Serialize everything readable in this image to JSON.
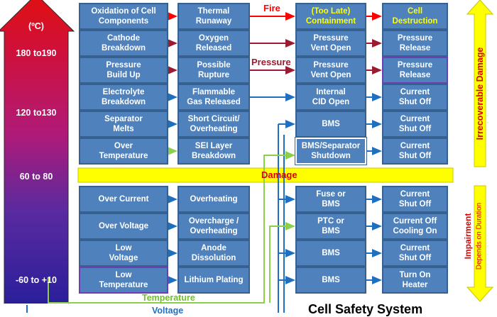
{
  "thermometer": {
    "unit": "(ºC)",
    "labels": [
      "180 to190",
      "120 to130",
      "60 to 80",
      "-60 to +10"
    ]
  },
  "rows_upper": [
    [
      "Oxidation of Cell\nComponents",
      "Thermal\nRunaway",
      "(Too Late)\nContainment",
      "Cell\nDestruction"
    ],
    [
      "Cathode\nBreakdown",
      "Oxygen\nReleased",
      "Pressure\nVent Open",
      "Pressure\nRelease"
    ],
    [
      "Pressure\nBuild Up",
      "Possible\nRupture",
      "Pressure\nVent Open",
      "Pressure\nRelease"
    ],
    [
      "Electrolyte\nBreakdown",
      "Flammable\nGas Released",
      "Internal\nCID Open",
      "Current\nShut Off"
    ],
    [
      "Separator\nMelts",
      "Short Circuit/\nOverheating",
      "BMS",
      "Current\nShut Off"
    ],
    [
      "Over\nTemperature",
      "SEI  Layer\nBreakdown",
      "BMS/Separator\nShutdown",
      "Current\nShut Off"
    ]
  ],
  "rows_lower": [
    [
      "Over Current",
      "Overheating",
      "Fuse or\nBMS",
      "Current\nShut Off"
    ],
    [
      "Over Voltage",
      "Overcharge /\nOverheating",
      "PTC or\nBMS",
      "Current Off\nCooling On"
    ],
    [
      "Low\nVoltage",
      "Anode\nDissolution",
      "BMS",
      "Current\nShut Off"
    ],
    [
      "Low\nTemperature",
      "Lithium Plating",
      "BMS",
      "Turn On\nHeater"
    ]
  ],
  "arrow_labels": {
    "fire": "Fire",
    "pressure": "Pressure",
    "temperature": "Temperature",
    "voltage": "Voltage"
  },
  "damage_bar": "Damage",
  "side_labels": {
    "irrecoverable": "Irrecoverable Damage",
    "impairment": "Impairment",
    "depends": "Depends on Duration"
  },
  "footer_title": "Cell Safety System",
  "colors": {
    "box_fill": "#4f81bd",
    "box_border": "#35608f",
    "fire_arrow": "#ff0000",
    "pressure_arrow": "#9b1b30",
    "temperature_arrow": "#8cd04a",
    "voltage_arrow": "#1f6fc0",
    "damage_bar": "#ffff00",
    "side_arrow": "#ffff00"
  }
}
